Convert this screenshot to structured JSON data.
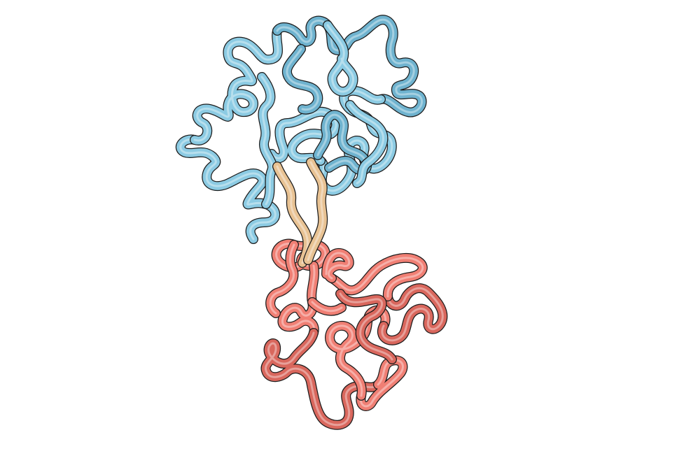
{
  "scene": {
    "background": "#ffffff",
    "representation": "ribbon-tube",
    "chains": [
      {
        "name": "domain-upper",
        "color": "#8ccbe3",
        "shade": "#6fb3cf"
      },
      {
        "name": "linker",
        "color": "#e8c293",
        "shade": "#d7ab78"
      },
      {
        "name": "domain-lower",
        "color": "#f07f74",
        "shade": "#d9675d"
      }
    ]
  }
}
